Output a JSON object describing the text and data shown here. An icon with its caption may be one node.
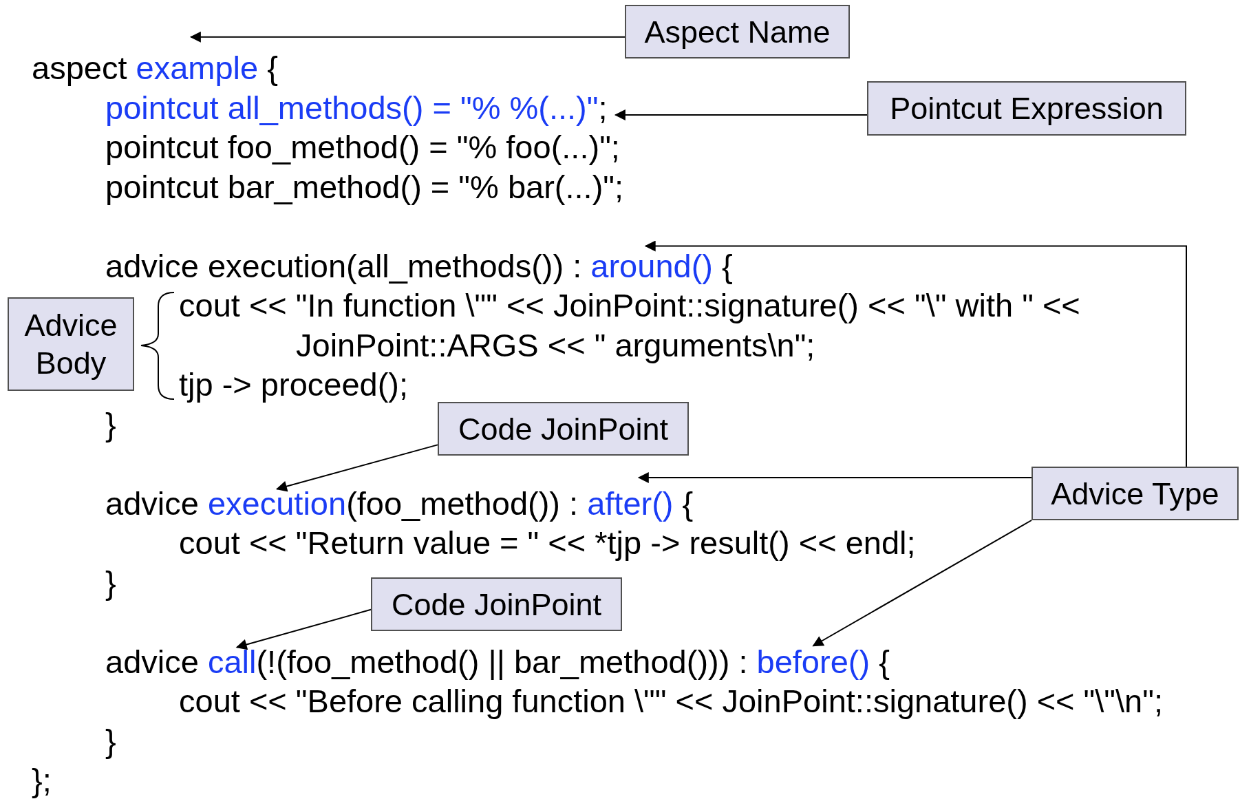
{
  "diagram": {
    "nodes": [
      {
        "text": [
          "Aspect Name"
        ]
      },
      {
        "text": [
          "Pointcut Expression"
        ]
      },
      {
        "text": [
          "Advice Body"
        ]
      },
      {
        "text": [
          "Code JoinPoint"
        ]
      },
      {
        "text": [
          "Advice Type"
        ]
      },
      {
        "text": [
          "Code JoinPoint"
        ]
      },
      {
        "text": [
          "example"
        ]
      },
      {
        "text": [
          "pointcut all_methods() = \"% %(...)\""
        ]
      },
      {
        "text": [
          "around()"
        ]
      },
      {
        "text": [
          "execution"
        ]
      },
      {
        "text": [
          "after()"
        ]
      },
      {
        "text": [
          "call"
        ]
      },
      {
        "text": [
          "before()"
        ]
      }
    ],
    "edges": [
      {
        "from": 0,
        "to": 6,
        "arrow": "to"
      },
      {
        "from": 1,
        "to": 7,
        "arrow": "to"
      },
      {
        "from": 4,
        "to": 8,
        "arrow": "to"
      },
      {
        "from": 3,
        "to": 9,
        "arrow": "to"
      },
      {
        "from": 4,
        "to": 10,
        "arrow": "to"
      },
      {
        "from": 4,
        "to": 12,
        "arrow": "to"
      },
      {
        "from": 5,
        "to": 11,
        "arrow": "to"
      }
    ],
    "labels": [
      "aspect",
      "{",
      ";",
      "pointcut foo_method() = \"% foo(...)\";",
      "pointcut bar_method() = \"% bar(...)\";",
      "advice execution(all_methods()) :",
      "{",
      "cout << \"In function \\\"\" << JoinPoint::signature() << \"\\\" with \" <<",
      "JoinPoint::ARGS << \" arguments\\n\";",
      "tjp -> proceed();",
      "}",
      "advice",
      "(foo_method()) :",
      "{",
      "cout << \"Return value = \" << *tjp -> result() << endl;",
      "}",
      "advice",
      "(!(foo_method() || bar_method())) :",
      "{",
      "cout << \"Before calling function \\\"\" << JoinPoint::signature() << \"\\\"\\n\";",
      "}",
      "};"
    ]
  }
}
